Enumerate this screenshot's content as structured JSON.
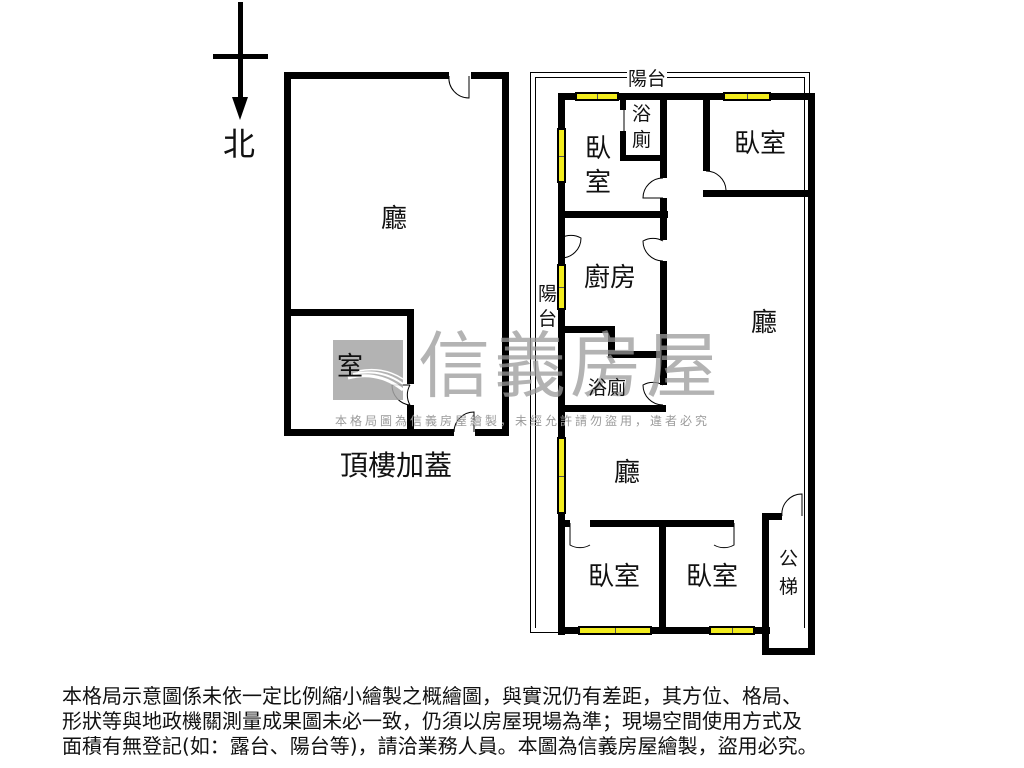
{
  "compass": {
    "direction_label": "北",
    "arrow": "down-arrow-cross"
  },
  "rooftop": {
    "caption": "頂樓加蓋",
    "rooms": [
      {
        "id": "rooftop-living",
        "label": "廳"
      },
      {
        "id": "rooftop-room",
        "label": "室"
      }
    ]
  },
  "main_floor": {
    "rooms": [
      {
        "id": "bedroom-nw",
        "label_top": "臥",
        "label_bottom": "室"
      },
      {
        "id": "bath-north",
        "label_top": "浴",
        "label_bottom": "廁"
      },
      {
        "id": "bedroom-ne",
        "label": "臥室"
      },
      {
        "id": "kitchen",
        "label": "廚房"
      },
      {
        "id": "bath-mid",
        "label": "浴廁"
      },
      {
        "id": "living-east",
        "label": "廳"
      },
      {
        "id": "living-south",
        "label": "廳"
      },
      {
        "id": "bedroom-sw",
        "label": "臥室"
      },
      {
        "id": "bedroom-s",
        "label": "臥室"
      },
      {
        "id": "public-stairs",
        "label_top": "公",
        "label_bottom": "梯"
      }
    ],
    "balcony_top": "陽台",
    "balcony_side_top": "陽",
    "balcony_side_bottom": "台"
  },
  "watermark": {
    "brand": "信義房屋",
    "subtext": "本格局圖為信義房屋繪製，未經允許請勿盜用，違者必究"
  },
  "notice": {
    "lines": [
      "本格局示意圖係未依一定比例縮小繪製之概繪圖，與實況仍有差距，其方位、格局、",
      "形狀等與地政機關測量成果圖未必一致，仍須以房屋現場為準；現場空間使用方式及",
      "面積有無登記(如：露台、陽台等)，請洽業務人員。本圖為信義房屋繪製，盜用必究。"
    ]
  },
  "colors": {
    "wall": "#000000",
    "window": "#f2ec1e",
    "watermark": "#9a9a9a"
  }
}
